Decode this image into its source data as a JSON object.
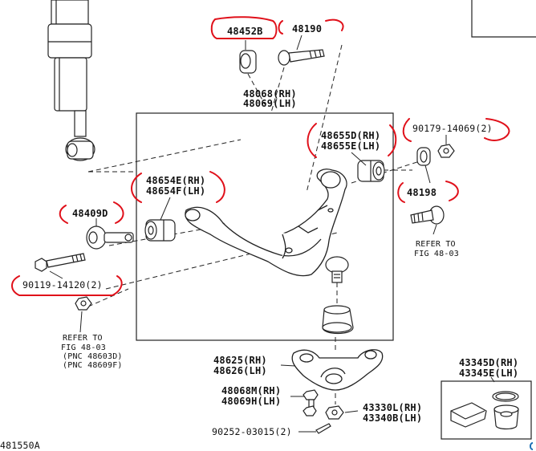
{
  "labels": {
    "p48452B": "48452B",
    "p48190": "48190",
    "p48068": "48068(RH)",
    "p48069": "48069(LH)",
    "p48655D": "48655D(RH)",
    "p48655E": "48655E(LH)",
    "p90179": "90179-14069(2)",
    "p48198": "48198",
    "p48654E": "48654E(RH)",
    "p48654F": "48654F(LH)",
    "p48409D": "48409D",
    "p90119": "90119-14120(2)",
    "refer_right_1": "REFER TO",
    "refer_right_2": "FIG 48-03",
    "refer_left_1": "REFER TO",
    "refer_left_2": "FIG 48-03",
    "pnc1": "(PNC 48603D)",
    "pnc2": "(PNC 48609F)",
    "p48625": "48625(RH)",
    "p48626": "48626(LH)",
    "p48068M": "48068M(RH)",
    "p48069H": "48069H(LH)",
    "p43330L": "43330L(RH)",
    "p43340B": "43340B(LH)",
    "p90252": "90252-03015(2)",
    "p43345D": "43345D(RH)",
    "p43345E": "43345E(LH)",
    "figure_id": "481550A"
  },
  "colors": {
    "line": "#222222",
    "annotation": "#e0101a",
    "accent": "#1a6fb5"
  }
}
